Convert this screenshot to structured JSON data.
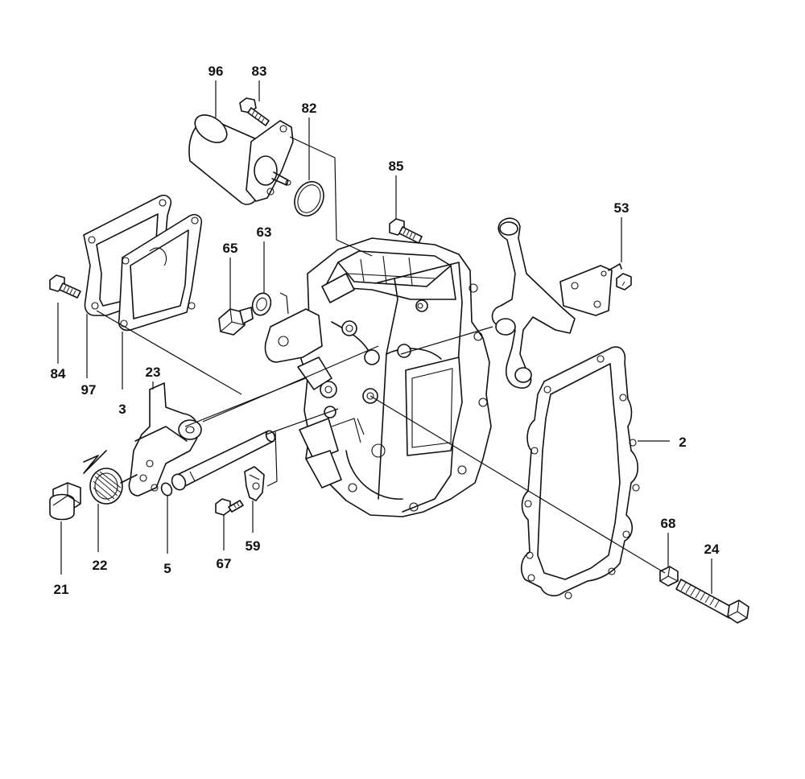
{
  "callouts": {
    "p96": "96",
    "p83": "83",
    "p82": "82",
    "p85": "85",
    "p53": "53",
    "p65": "65",
    "p63": "63",
    "p84": "84",
    "p97": "97",
    "p3": "3",
    "p23": "23",
    "p2": "2",
    "p22": "22",
    "p21": "21",
    "p5": "5",
    "p67": "67",
    "p59": "59",
    "p68": "68",
    "p24": "24"
  }
}
